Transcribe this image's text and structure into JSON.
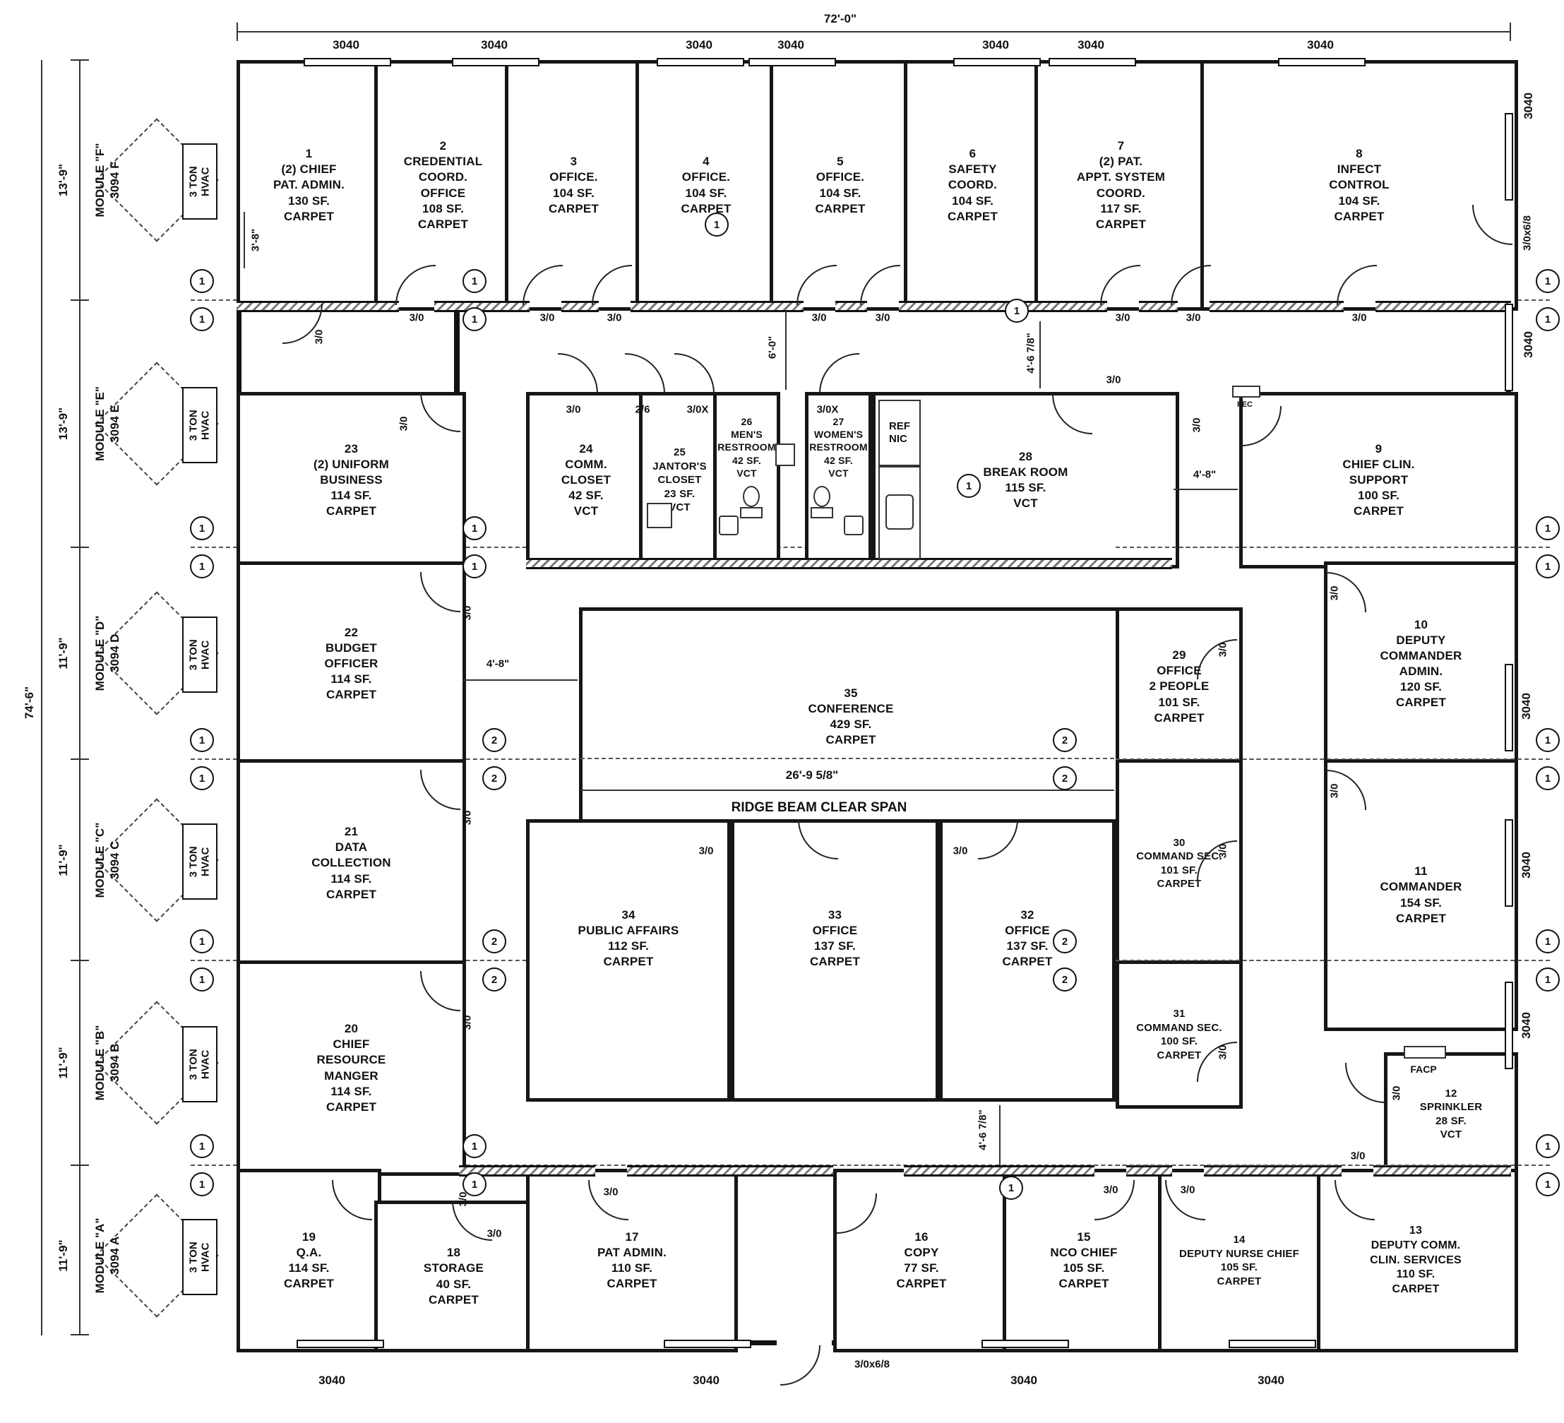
{
  "drawing": {
    "overall_width": "72'-0\"",
    "overall_height": "74'-6\"",
    "ridge_span": "26'-9 5/8\"",
    "ridge_label": "RIDGE BEAM CLEAR SPAN"
  },
  "labels": {
    "window": "3040",
    "door": "3/0",
    "door_small": "2/6",
    "door_x": "3/0X",
    "door_entry": "3/0x6/8",
    "ref_nic": [
      "REF",
      "NIC"
    ],
    "fec": "FEC",
    "facp": "FACP",
    "grid1": "1",
    "grid2": "2",
    "hvac": [
      "3 TON",
      "HVAC"
    ]
  },
  "dims": {
    "d13_9": "13'-9\"",
    "d11_9": "11'-9\"",
    "d6_0": "6'-0\"",
    "d4_8": "4'-8\"",
    "d4_6_78": "4'-6 7/8\"",
    "d3_8": "3'-8\""
  },
  "modules": {
    "f": [
      "MODULE \"F\"",
      "3094 F"
    ],
    "e": [
      "MODULE \"E\"",
      "3094 E"
    ],
    "d": [
      "MODULE \"D\"",
      "3094 D"
    ],
    "c": [
      "MODULE \"C\"",
      "3094 C"
    ],
    "b": [
      "MODULE \"B\"",
      "3094 B"
    ],
    "a": [
      "MODULE \"A\"",
      "3094 A"
    ]
  },
  "rooms": {
    "r1": [
      "1",
      "(2) CHIEF",
      "PAT. ADMIN.",
      "130 SF.",
      "CARPET"
    ],
    "r2": [
      "2",
      "CREDENTIAL",
      "COORD.",
      "OFFICE",
      "108 SF.",
      "CARPET"
    ],
    "r3": [
      "3",
      "OFFICE.",
      "104 SF.",
      "CARPET"
    ],
    "r4": [
      "4",
      "OFFICE.",
      "104 SF.",
      "CARPET"
    ],
    "r5": [
      "5",
      "OFFICE.",
      "104 SF.",
      "CARPET"
    ],
    "r6": [
      "6",
      "SAFETY",
      "COORD.",
      "104 SF.",
      "CARPET"
    ],
    "r7": [
      "7",
      "(2) PAT.",
      "APPT. SYSTEM",
      "COORD.",
      "117 SF.",
      "CARPET"
    ],
    "r8": [
      "8",
      "INFECT",
      "CONTROL",
      "104 SF.",
      "CARPET"
    ],
    "r9": [
      "9",
      "CHIEF CLIN.",
      "SUPPORT",
      "100 SF.",
      "CARPET"
    ],
    "r10": [
      "10",
      "DEPUTY",
      "COMMANDER",
      "ADMIN.",
      "120 SF.",
      "CARPET"
    ],
    "r11": [
      "11",
      "COMMANDER",
      "154 SF.",
      "CARPET"
    ],
    "r12": [
      "12",
      "SPRINKLER",
      "28 SF.",
      "VCT"
    ],
    "r13": [
      "13",
      "DEPUTY COMM.",
      "CLIN. SERVICES",
      "110 SF.",
      "CARPET"
    ],
    "r14": [
      "14",
      "DEPUTY NURSE CHIEF",
      "105 SF.",
      "CARPET"
    ],
    "r15": [
      "15",
      "NCO CHIEF",
      "105 SF.",
      "CARPET"
    ],
    "r16": [
      "16",
      "COPY",
      "77 SF.",
      "CARPET"
    ],
    "r17": [
      "17",
      "PAT ADMIN.",
      "110 SF.",
      "CARPET"
    ],
    "r18": [
      "18",
      "STORAGE",
      "40 SF.",
      "CARPET"
    ],
    "r19": [
      "19",
      "Q.A.",
      "114 SF.",
      "CARPET"
    ],
    "r20": [
      "20",
      "CHIEF",
      "RESOURCE",
      "MANGER",
      "114 SF.",
      "CARPET"
    ],
    "r21": [
      "21",
      "DATA",
      "COLLECTION",
      "114 SF.",
      "CARPET"
    ],
    "r22": [
      "22",
      "BUDGET",
      "OFFICER",
      "114 SF.",
      "CARPET"
    ],
    "r23": [
      "23",
      "(2) UNIFORM",
      "BUSINESS",
      "114 SF.",
      "CARPET"
    ],
    "r24": [
      "24",
      "COMM.",
      "CLOSET",
      "42 SF.",
      "VCT"
    ],
    "r25": [
      "25",
      "JANTOR'S",
      "CLOSET",
      "23 SF.",
      "VCT"
    ],
    "r26": [
      "26",
      "MEN'S",
      "RESTROOM",
      "42 SF.",
      "VCT"
    ],
    "r27": [
      "27",
      "WOMEN'S",
      "RESTROOM",
      "42 SF.",
      "VCT"
    ],
    "r28": [
      "28",
      "BREAK ROOM",
      "115 SF.",
      "VCT"
    ],
    "r29": [
      "29",
      "OFFICE",
      "2 PEOPLE",
      "101 SF.",
      "CARPET"
    ],
    "r30": [
      "30",
      "COMMAND SEC.",
      "101 SF.",
      "CARPET"
    ],
    "r31": [
      "31",
      "COMMAND SEC.",
      "100 SF.",
      "CARPET"
    ],
    "r32": [
      "32",
      "OFFICE",
      "137 SF.",
      "CARPET"
    ],
    "r33": [
      "33",
      "OFFICE",
      "137 SF.",
      "CARPET"
    ],
    "r34": [
      "34",
      "PUBLIC AFFAIRS",
      "112 SF.",
      "CARPET"
    ],
    "r35": [
      "35",
      "CONFERENCE",
      "429 SF.",
      "CARPET"
    ]
  }
}
